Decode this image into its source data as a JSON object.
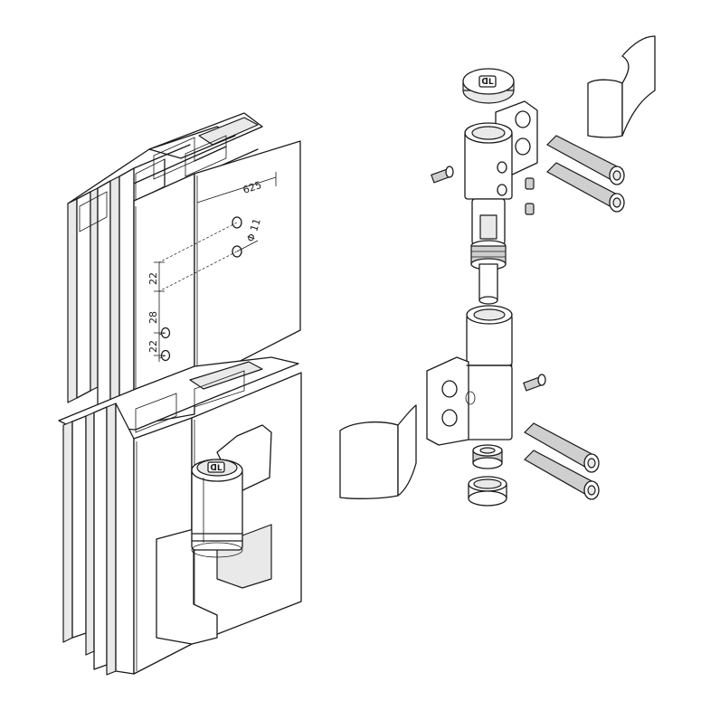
{
  "dimensions": {
    "offset": "625",
    "hole_diameter": "Φ 11",
    "spacing_top": "22",
    "spacing_middle": "28",
    "spacing_bottom": "22"
  },
  "logo": {
    "text": "ᗡL"
  },
  "colors": {
    "line": "#1a1a1a",
    "face": "#ffffff",
    "shade": "#e9e9e9"
  }
}
